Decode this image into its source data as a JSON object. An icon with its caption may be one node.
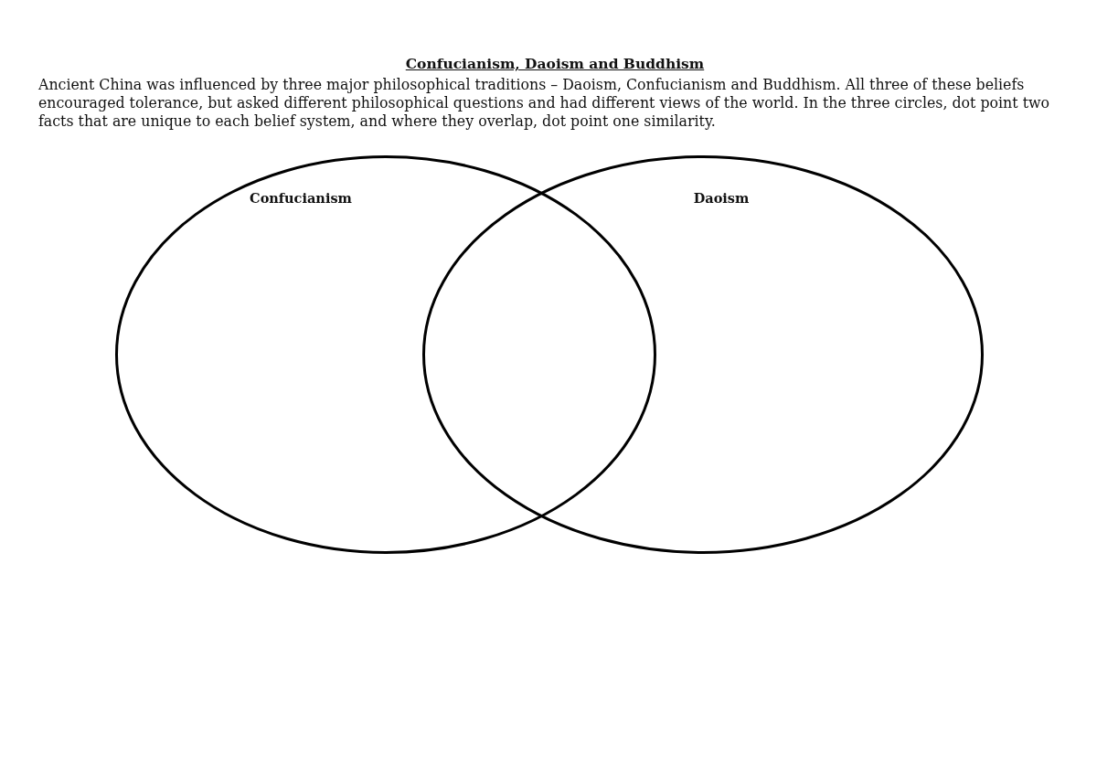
{
  "diagram": {
    "title": "Confucianism, Daoism and Buddhism",
    "nodes": [
      {
        "text": [
          "Confucianism"
        ]
      },
      {
        "text": [
          "Daoism"
        ]
      }
    ],
    "labels": [
      "Ancient China was influenced by three major philosophical traditions – Daoism, Confucianism and Buddhism. All three of these beliefs encouraged tolerance, but asked different philosophical questions and had different views of the world. In the three circles, dot point two facts that are unique to each belief system, and where they overlap, dot point one similarity."
    ]
  }
}
